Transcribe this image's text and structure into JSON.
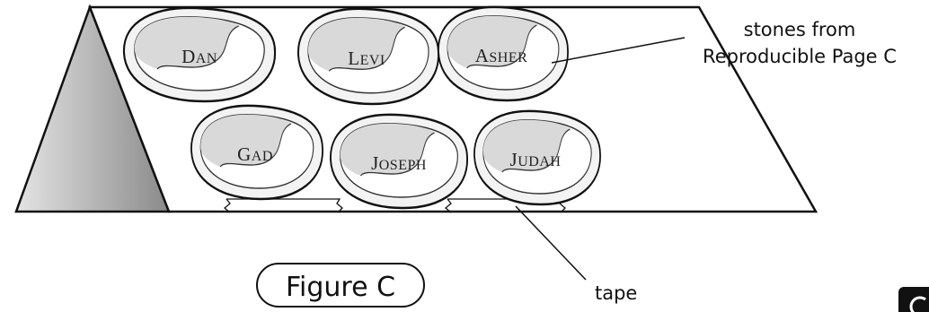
{
  "stones": [
    {
      "id": "dan",
      "first": "D",
      "rest": "AN"
    },
    {
      "id": "levi",
      "first": "L",
      "rest": "EVI"
    },
    {
      "id": "asher",
      "first": "A",
      "rest": "SHER"
    },
    {
      "id": "gad",
      "first": "G",
      "rest": "AD"
    },
    {
      "id": "joseph",
      "first": "J",
      "rest": "OSEPH"
    },
    {
      "id": "judah",
      "first": "J",
      "rest": "UDAH"
    }
  ],
  "callouts": {
    "stones_line1": "stones from",
    "stones_line2": "Reproducible Page C",
    "tape": "tape"
  },
  "figure_label": "Figure C"
}
